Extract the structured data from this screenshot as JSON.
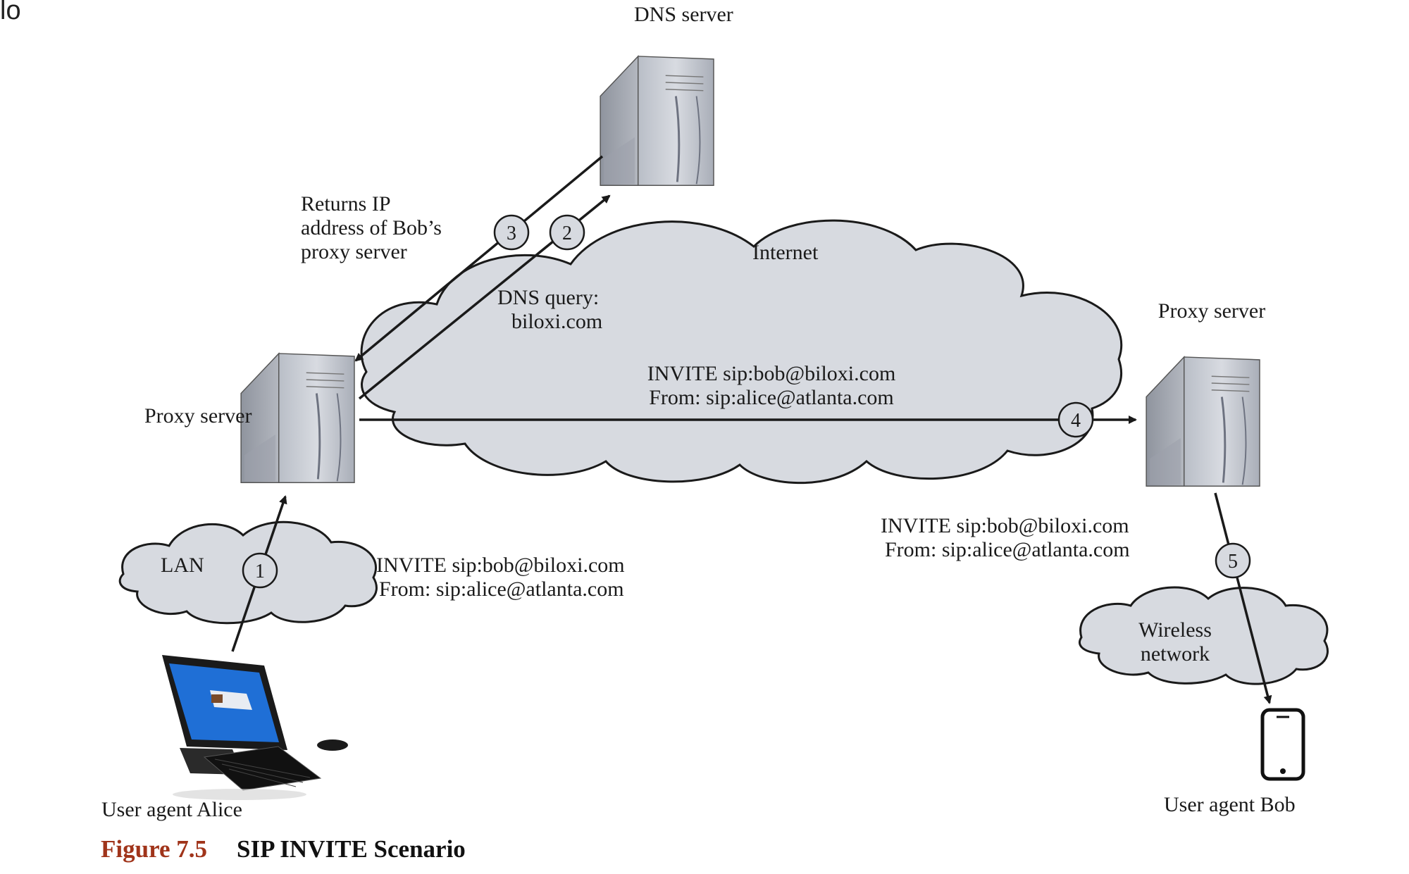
{
  "corner_text": "lo",
  "caption": {
    "number": "Figure 7.5",
    "title": "SIP INVITE Scenario"
  },
  "nodes": {
    "dns_server": "DNS server",
    "proxy_left": "Proxy server",
    "proxy_right": "Proxy server",
    "user_alice": "User agent Alice",
    "user_bob": "User agent Bob"
  },
  "clouds": {
    "internet": "Internet",
    "lan": "LAN",
    "wireless": "Wireless network"
  },
  "annotations": {
    "returns_ip": [
      "Returns IP",
      "address of Bob’s",
      "proxy server"
    ],
    "dns_query": [
      "DNS query:",
      "biloxi.com"
    ],
    "invite_internet": [
      "INVITE sip:bob@biloxi.com",
      "From: sip:alice@atlanta.com"
    ],
    "invite_lan": [
      "INVITE sip:bob@biloxi.com",
      "From: sip:alice@atlanta.com"
    ],
    "invite_right": [
      "INVITE sip:bob@biloxi.com",
      "From: sip:alice@atlanta.com"
    ]
  },
  "steps": [
    "1",
    "2",
    "3",
    "4",
    "5"
  ],
  "colors": {
    "cloud_fill": "#d7dae0",
    "server_fill": "#c4c8d0",
    "caption_accent": "#a0341a",
    "screen": "#1f6fd6"
  }
}
